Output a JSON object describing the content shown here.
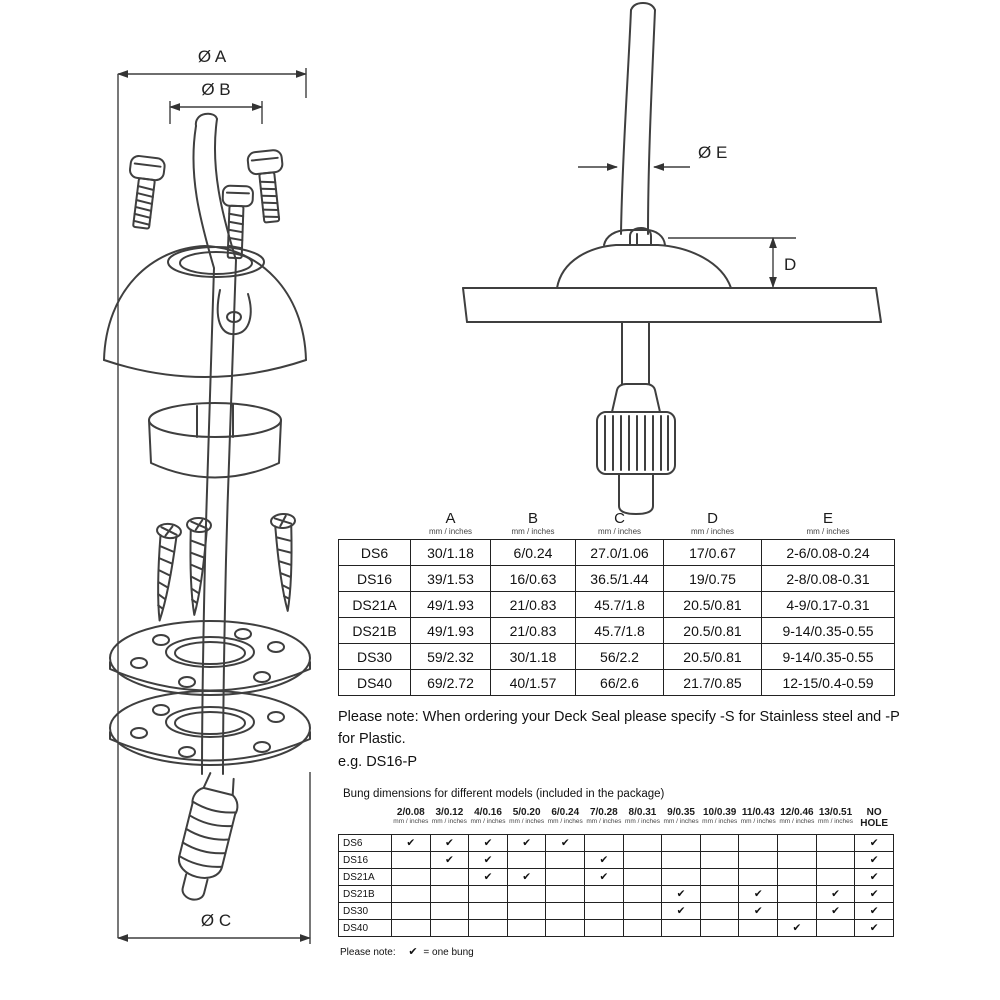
{
  "drawing": {
    "labels": {
      "dia_a": "Ø A",
      "dia_b": "Ø B",
      "dia_c": "Ø C",
      "dia_e": "Ø E",
      "d": "D"
    }
  },
  "dimensions_table": {
    "unit_label": "mm / inches",
    "columns": [
      "A",
      "B",
      "C",
      "D",
      "E"
    ],
    "rows": [
      {
        "model": "DS6",
        "values": [
          "30/1.18",
          "6/0.24",
          "27.0/1.06",
          "17/0.67",
          "2-6/0.08-0.24"
        ]
      },
      {
        "model": "DS16",
        "values": [
          "39/1.53",
          "16/0.63",
          "36.5/1.44",
          "19/0.75",
          "2-8/0.08-0.31"
        ]
      },
      {
        "model": "DS21A",
        "values": [
          "49/1.93",
          "21/0.83",
          "45.7/1.8",
          "20.5/0.81",
          "4-9/0.17-0.31"
        ]
      },
      {
        "model": "DS21B",
        "values": [
          "49/1.93",
          "21/0.83",
          "45.7/1.8",
          "20.5/0.81",
          "9-14/0.35-0.55"
        ]
      },
      {
        "model": "DS30",
        "values": [
          "59/2.32",
          "30/1.18",
          "56/2.2",
          "20.5/0.81",
          "9-14/0.35-0.55"
        ]
      },
      {
        "model": "DS40",
        "values": [
          "69/2.72",
          "40/1.57",
          "66/2.6",
          "21.7/0.85",
          "12-15/0.4-0.59"
        ]
      }
    ]
  },
  "order_note": {
    "line1": "Please note: When ordering your Deck Seal please specify -S for Stainless steel and -P for Plastic.",
    "line2": "e.g. DS16-P"
  },
  "bung_table": {
    "title": "Bung dimensions for different models (included in the package)",
    "unit_label": "mm / inches",
    "columns": [
      "2/0.08",
      "3/0.12",
      "4/0.16",
      "5/0.20",
      "6/0.24",
      "7/0.28",
      "8/0.31",
      "9/0.35",
      "10/0.39",
      "11/0.43",
      "12/0.46",
      "13/0.51",
      "NO HOLE"
    ],
    "check_glyph": "✔",
    "rows": [
      {
        "model": "DS6",
        "checks": [
          1,
          1,
          1,
          1,
          1,
          0,
          0,
          0,
          0,
          0,
          0,
          0,
          1
        ]
      },
      {
        "model": "DS16",
        "checks": [
          0,
          1,
          1,
          0,
          0,
          1,
          0,
          0,
          0,
          0,
          0,
          0,
          1
        ]
      },
      {
        "model": "DS21A",
        "checks": [
          0,
          0,
          1,
          1,
          0,
          1,
          0,
          0,
          0,
          0,
          0,
          0,
          1
        ]
      },
      {
        "model": "DS21B",
        "checks": [
          0,
          0,
          0,
          0,
          0,
          0,
          0,
          1,
          0,
          1,
          0,
          1,
          1
        ]
      },
      {
        "model": "DS30",
        "checks": [
          0,
          0,
          0,
          0,
          0,
          0,
          0,
          1,
          0,
          1,
          0,
          1,
          1
        ]
      },
      {
        "model": "DS40",
        "checks": [
          0,
          0,
          0,
          0,
          0,
          0,
          0,
          0,
          0,
          0,
          1,
          0,
          1
        ]
      }
    ],
    "footnote_label": "Please note:",
    "footnote_check": "✔",
    "footnote_text": "= one bung"
  }
}
